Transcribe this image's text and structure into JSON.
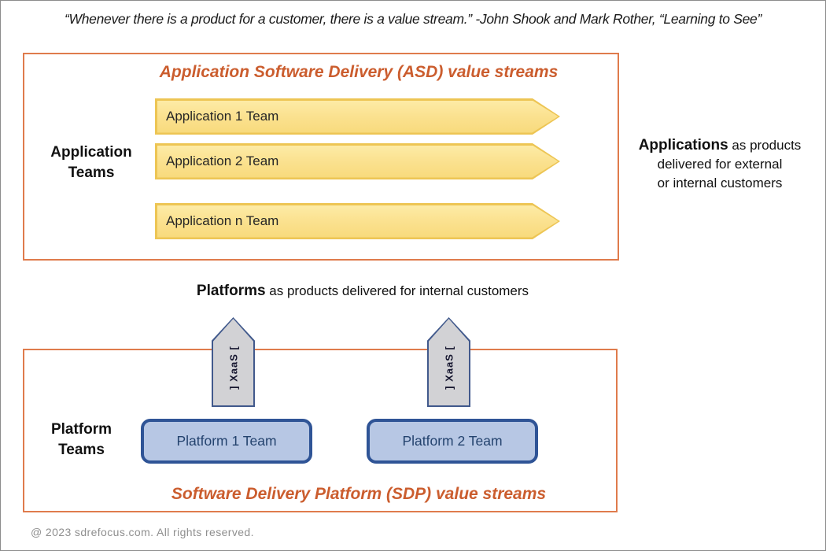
{
  "quote": "“Whenever there is a product for a customer, there is a value stream.” -John Shook and Mark Rother, “Learning to See”",
  "asd": {
    "title": "Application Software Delivery (ASD) value streams",
    "side_label": [
      "Application",
      "Teams"
    ],
    "arrows": [
      "Application 1 Team",
      "Application 2 Team",
      "Application n Team"
    ]
  },
  "applications_note": {
    "bold": "Applications",
    "rest1": " as products",
    "line2": "delivered for external",
    "line3": "or internal customers"
  },
  "platforms_note": {
    "bold": "Platforms",
    "rest": " as products delivered for internal customers"
  },
  "sdp": {
    "title": "Software Delivery Platform (SDP) value streams",
    "side_label": [
      "Platform",
      "Teams"
    ],
    "xaas": "] XaaS [",
    "boxes": [
      "Platform 1 Team",
      "Platform 2 Team"
    ]
  },
  "footer": {
    "copyright": "@ 2023 sdrefocus.com. All rights reserved."
  },
  "colors": {
    "accent_orange": "#CB5D2E",
    "frame_orange": "#DF7B4C",
    "arrow_fill": "#FBE291",
    "arrow_fill_light": "#FDEBA6",
    "arrow_border": "#EDC554",
    "gray_arrow_fill": "#D2D2D5",
    "gray_arrow_border": "#41598C",
    "platform_fill": "#B7C7E4",
    "platform_border": "#2F5496",
    "platform_text": "#24436E",
    "page_border": "#8C8C8C",
    "footer_gray": "#8F8F8F"
  }
}
